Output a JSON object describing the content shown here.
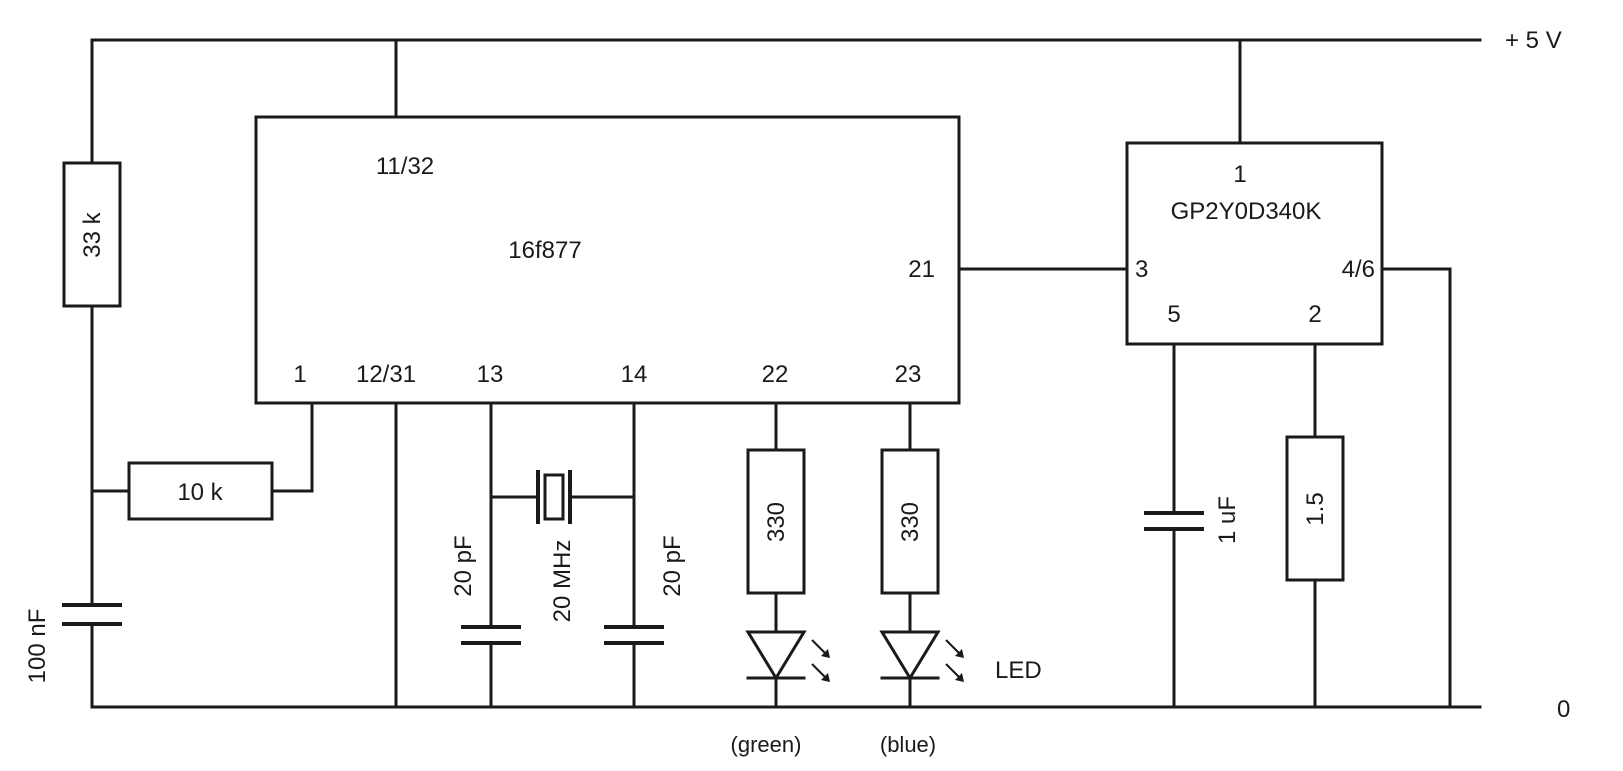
{
  "rails": {
    "supply": "+ 5 V",
    "ground": "0"
  },
  "mcu": {
    "part": "16f877",
    "pins": {
      "vdd": "11/32",
      "mclr": "1",
      "vss": "12/31",
      "osc1": "13",
      "osc2": "14",
      "out_green": "22",
      "out_blue": "23",
      "in_sensor": "21"
    }
  },
  "sensor": {
    "part": "GP2Y0D340K",
    "pins": {
      "vcc": "1",
      "out": "3",
      "gnd": "4/6",
      "cap": "5",
      "res": "2"
    }
  },
  "components": {
    "r_pullup": "33 k",
    "r_mclr": "10 k",
    "c_reset": "100 nF",
    "c_osc1": "20 pF",
    "crystal": "20 MHz",
    "c_osc2": "20 pF",
    "r_green": "330",
    "r_blue": "330",
    "c_sensor": "1 uF",
    "r_sensor": "1.5"
  },
  "leds": {
    "label": "LED",
    "green": "(green)",
    "blue": "(blue)"
  }
}
